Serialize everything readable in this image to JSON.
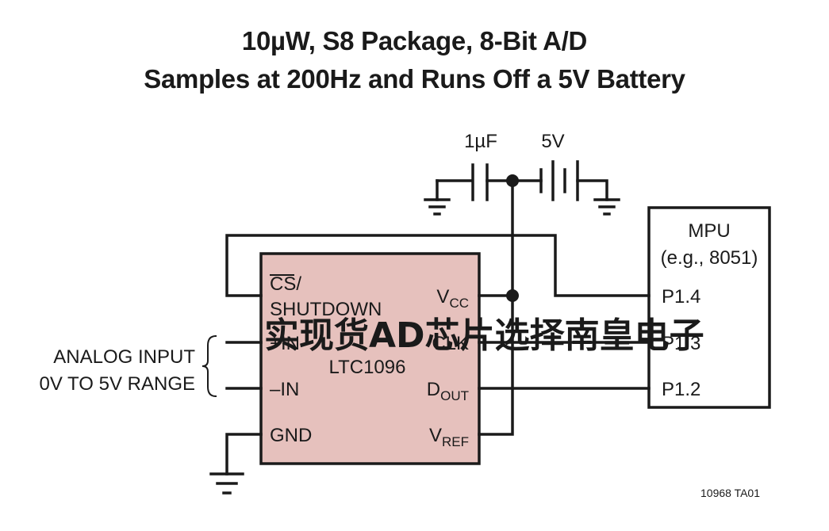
{
  "title": {
    "line1": "10µW, S8 Package, 8-Bit A/D",
    "line2": "Samples at 200Hz and Runs Off a 5V Battery"
  },
  "components": {
    "capacitor": "1µF",
    "battery": "5V"
  },
  "chip": {
    "name": "LTC1096",
    "left_pins": {
      "cs": "CS",
      "cs_slash": "/",
      "shutdown": "SHUTDOWN",
      "plus_in": "+IN",
      "minus_in": "–IN",
      "gnd": "GND"
    },
    "right_pins": {
      "vcc_main": "V",
      "vcc_sub": "CC",
      "clk": "CLK",
      "dout_main": "D",
      "dout_sub": "OUT",
      "vref_main": "V",
      "vref_sub": "REF"
    },
    "fill_color": "#e6c1bd"
  },
  "mpu": {
    "name": "MPU",
    "example": "(e.g., 8051)",
    "pins": [
      "P1.4",
      "P1.3",
      "P1.2"
    ]
  },
  "analog_input": {
    "line1": "ANALOG INPUT",
    "line2": "0V TO 5V RANGE"
  },
  "watermark": {
    "text": "实现货AD芯片选择南皇电子",
    "color": "#e8211d"
  },
  "figure_id": "10968 TA01"
}
